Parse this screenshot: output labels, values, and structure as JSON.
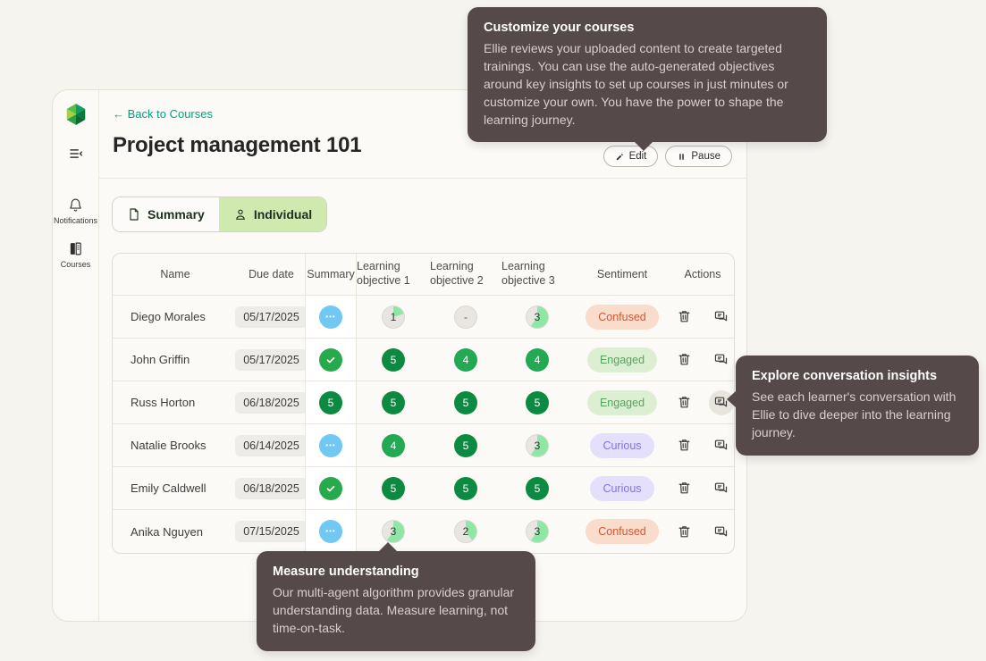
{
  "header": {
    "back_link": "← Back to Courses",
    "title": "Project management 101",
    "edit_button": "Edit",
    "pause_button": "Pause"
  },
  "sidebar": {
    "items": [
      {
        "label": "Notifications",
        "icon": "bell-icon"
      },
      {
        "label": "Courses",
        "icon": "book-icon"
      }
    ]
  },
  "tabs": [
    {
      "label": "Summary",
      "icon": "document-icon",
      "active": false
    },
    {
      "label": "Individual",
      "icon": "person-icon",
      "active": true
    }
  ],
  "table": {
    "columns": [
      "Name",
      "Due date",
      "Summary",
      "Learning objective 1",
      "Learning objective 2",
      "Learning objective 3",
      "Sentiment",
      "Actions"
    ],
    "rows": [
      {
        "name": "Diego Morales",
        "due_date": "05/17/2025",
        "summary": {
          "type": "ellipsis"
        },
        "objectives": [
          {
            "type": "pie",
            "value": "1"
          },
          {
            "type": "empty",
            "value": "-"
          },
          {
            "type": "pie",
            "value": "3"
          }
        ],
        "sentiment": "Confused",
        "chat_highlighted": false
      },
      {
        "name": "John Griffin",
        "due_date": "05/17/2025",
        "summary": {
          "type": "check"
        },
        "objectives": [
          {
            "type": "solid5",
            "value": "5"
          },
          {
            "type": "solid4",
            "value": "4"
          },
          {
            "type": "solid4",
            "value": "4"
          }
        ],
        "sentiment": "Engaged",
        "chat_highlighted": false
      },
      {
        "name": "Russ Horton",
        "due_date": "06/18/2025",
        "summary": {
          "type": "solid5",
          "value": "5"
        },
        "objectives": [
          {
            "type": "solid5",
            "value": "5"
          },
          {
            "type": "solid5",
            "value": "5"
          },
          {
            "type": "solid5",
            "value": "5"
          }
        ],
        "sentiment": "Engaged",
        "chat_highlighted": true
      },
      {
        "name": "Natalie Brooks",
        "due_date": "06/14/2025",
        "summary": {
          "type": "ellipsis"
        },
        "objectives": [
          {
            "type": "solid4",
            "value": "4"
          },
          {
            "type": "solid5",
            "value": "5"
          },
          {
            "type": "pie",
            "value": "3"
          }
        ],
        "sentiment": "Curious",
        "chat_highlighted": false
      },
      {
        "name": "Emily Caldwell",
        "due_date": "06/18/2025",
        "summary": {
          "type": "check"
        },
        "objectives": [
          {
            "type": "solid5",
            "value": "5"
          },
          {
            "type": "solid5",
            "value": "5"
          },
          {
            "type": "solid5",
            "value": "5"
          }
        ],
        "sentiment": "Curious",
        "chat_highlighted": false
      },
      {
        "name": "Anika Nguyen",
        "due_date": "07/15/2025",
        "summary": {
          "type": "ellipsis"
        },
        "objectives": [
          {
            "type": "pie",
            "value": "3"
          },
          {
            "type": "pie",
            "value": "2"
          },
          {
            "type": "pie",
            "value": "3"
          }
        ],
        "sentiment": "Confused",
        "chat_highlighted": false
      }
    ],
    "sentiment_styles": {
      "Confused": {
        "bg": "#f9dccb",
        "text": "#cd5a36"
      },
      "Engaged": {
        "bg": "#dcefd2",
        "text": "#56a35f"
      },
      "Curious": {
        "bg": "#e4e0fb",
        "text": "#8571e6"
      }
    }
  },
  "tooltips": [
    {
      "title": "Customize your courses",
      "body": "Ellie reviews your uploaded content to create targeted trainings. You can use the auto-generated objectives around key insights to set up courses in just minutes or customize your own. You have the power to shape the learning journey."
    },
    {
      "title": "Explore conversation insights",
      "body": "See each learner's conversation with Ellie to dive deeper into the learning journey."
    },
    {
      "title": "Measure understanding",
      "body": "Our multi-agent algorithm provides granular understanding data. Measure learning, not time-on-task."
    }
  ],
  "colors": {
    "accent_teal": "#00a37e",
    "tooltip_bg": "#55494a",
    "solid5": "#0d8a41",
    "solid4": "#23a853",
    "check_bg": "#27aa4c",
    "ellipsis_bg": "#70c8f3",
    "pie_fill": "#8fe7a6",
    "pie_base": "#e9e6e1",
    "tab_active_bg": "#cfe9ae"
  }
}
